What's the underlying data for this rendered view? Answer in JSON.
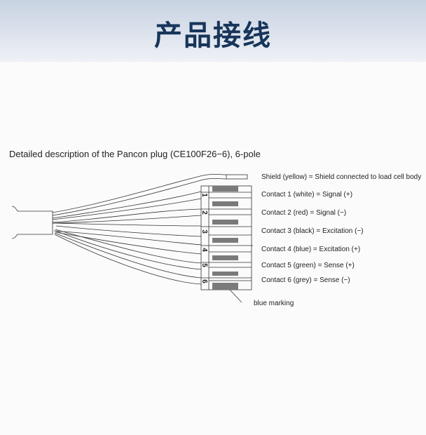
{
  "header": {
    "title": "产品接线"
  },
  "diagram": {
    "caption": "Detailed description of the Pancon plug (CE100F26−6), 6-pole",
    "labels": [
      "Shield (yellow) = Shield connected to load cell body",
      "Contact 1 (white) = Signal (+)",
      "Contact 2 (red) = Signal (−)",
      "Contact 3 (black) = Excitation (−)",
      "Contact 4 (blue) = Excitation (+)",
      "Contact 5 (green) = Sense (+)",
      "Contact 6 (grey) = Sense (−)"
    ],
    "pin_numbers": [
      "1",
      "2",
      "3",
      "4",
      "5",
      "6"
    ],
    "marking_label": "blue marking"
  }
}
